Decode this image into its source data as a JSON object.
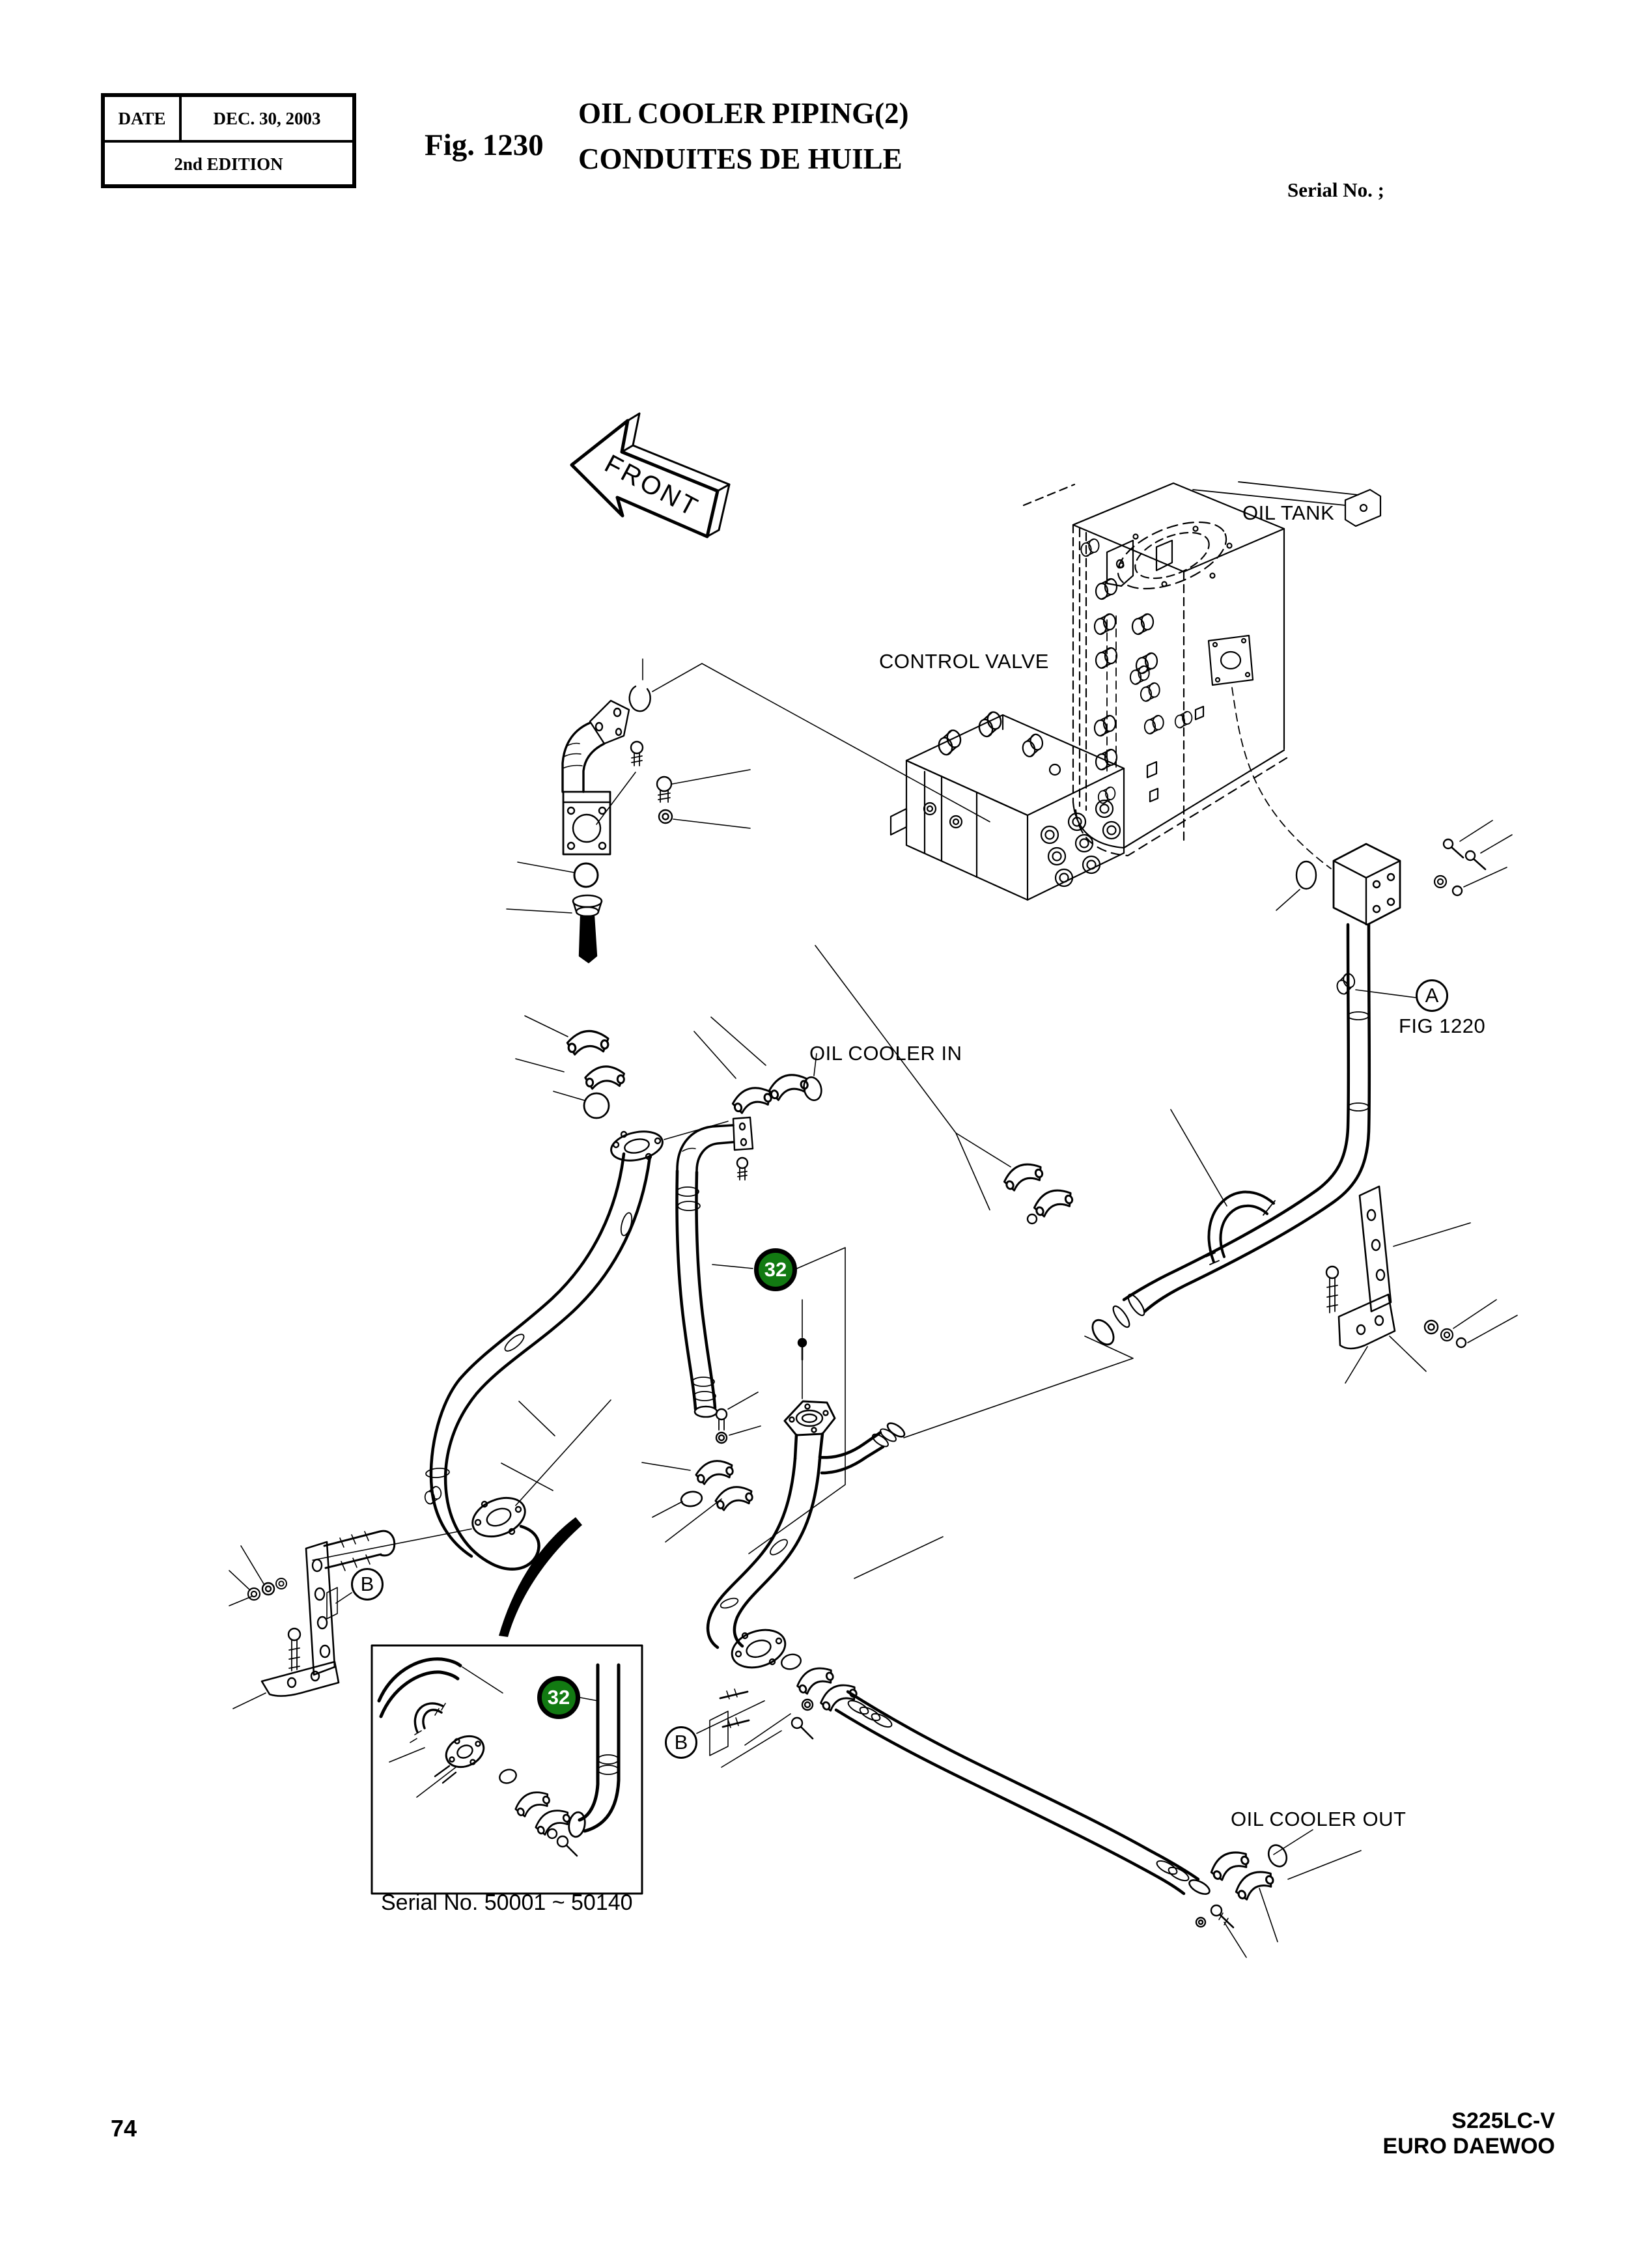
{
  "header": {
    "date_label": "DATE",
    "date_value": "DEC. 30, 2003",
    "edition": "2nd EDITION",
    "fig_no": "Fig. 1230",
    "title_en": "OIL COOLER PIPING(2)",
    "title_fr": "CONDUITES DE HUILE",
    "serial_note": "Serial No. ;"
  },
  "diagram": {
    "front_label": "FRONT",
    "oil_tank": "OIL TANK",
    "control_valve": "CONTROL VALVE",
    "oil_cooler_in": "OIL COOLER IN",
    "oil_cooler_out": "OIL COOLER OUT",
    "detail_a": "A",
    "fig_ref": "FIG 1220",
    "detail_b": "B",
    "balloon_32": "32",
    "inset_serial": "Serial No. 50001 ~ 50140"
  },
  "footer": {
    "page_number": "74",
    "model": "S225LC-V",
    "brand": "EURO DAEWOO"
  },
  "colors": {
    "balloon_green": "#127a12",
    "ink": "#000000",
    "paper": "#ffffff"
  }
}
